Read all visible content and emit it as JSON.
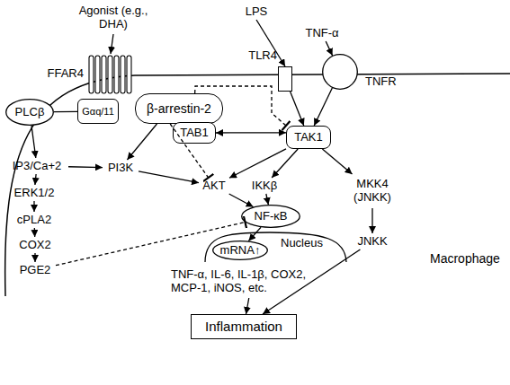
{
  "diagram": {
    "nodes": [
      {
        "text": [
          "Agonist (e.g., DHA)"
        ]
      },
      {
        "text": [
          "FFAR4"
        ]
      },
      {
        "text": [
          "PLCβ"
        ]
      },
      {
        "text": [
          "Gαq/11"
        ]
      },
      {
        "text": [
          "β-arrestin-2"
        ]
      },
      {
        "text": [
          "TAB1"
        ]
      },
      {
        "text": [
          "LPS"
        ]
      },
      {
        "text": [
          "TLR4"
        ]
      },
      {
        "text": [
          "TNF-α"
        ]
      },
      {
        "text": [
          "TNFR"
        ]
      },
      {
        "text": [
          "TAK1"
        ]
      },
      {
        "text": [
          "IP3/Ca+2"
        ]
      },
      {
        "text": [
          "PI3K"
        ]
      },
      {
        "text": [
          "ERK1/2"
        ]
      },
      {
        "text": [
          "AKT"
        ]
      },
      {
        "text": [
          "IKKβ"
        ]
      },
      {
        "text": [
          "MKK4 (JNKK)"
        ]
      },
      {
        "text": [
          "NF-κB"
        ]
      },
      {
        "text": [
          "cPLA2"
        ]
      },
      {
        "text": [
          "mRNA↑"
        ]
      },
      {
        "text": [
          "JNKK"
        ]
      },
      {
        "text": [
          "COX2"
        ]
      },
      {
        "text": [
          "PGE2"
        ]
      },
      {
        "text": [
          "TNF-α, IL-6, IL-1β, COX2, MCP-1, iNOS, etc."
        ]
      },
      {
        "text": [
          "Inflammation"
        ]
      }
    ],
    "edges": [
      {
        "from": 0,
        "to": 1,
        "arrow": "to"
      },
      {
        "from": 2,
        "to": 3,
        "arrow": "none"
      },
      {
        "from": 2,
        "to": 11,
        "arrow": "to"
      },
      {
        "from": 11,
        "to": 13,
        "arrow": "to"
      },
      {
        "from": 11,
        "to": 12,
        "arrow": "to"
      },
      {
        "from": 13,
        "to": 18,
        "arrow": "to"
      },
      {
        "from": 18,
        "to": 21,
        "arrow": "to"
      },
      {
        "from": 21,
        "to": 22,
        "arrow": "to"
      },
      {
        "from": 22,
        "to": 17,
        "arrow": "to"
      },
      {
        "from": 12,
        "to": 14,
        "arrow": "to"
      },
      {
        "from": 4,
        "to": 12,
        "arrow": "to"
      },
      {
        "from": 4,
        "to": 14,
        "arrow": "to"
      },
      {
        "from": 4,
        "to": 10,
        "arrow": "to"
      },
      {
        "from": 5,
        "to": 10,
        "arrow": "both"
      },
      {
        "from": 6,
        "to": 7,
        "arrow": "to"
      },
      {
        "from": 8,
        "to": 9,
        "arrow": "to"
      },
      {
        "from": 7,
        "to": 10,
        "arrow": "to"
      },
      {
        "from": 9,
        "to": 10,
        "arrow": "to"
      },
      {
        "from": 10,
        "to": 14,
        "arrow": "to"
      },
      {
        "from": 10,
        "to": 15,
        "arrow": "to"
      },
      {
        "from": 10,
        "to": 16,
        "arrow": "to"
      },
      {
        "from": 14,
        "to": 17,
        "arrow": "to"
      },
      {
        "from": 15,
        "to": 17,
        "arrow": "to"
      },
      {
        "from": 17,
        "to": 19,
        "arrow": "to"
      },
      {
        "from": 16,
        "to": 20,
        "arrow": "to"
      },
      {
        "from": 23,
        "to": 24,
        "arrow": "to"
      },
      {
        "from": 20,
        "to": 24,
        "arrow": "to"
      }
    ],
    "labels": [
      "Nucleus",
      "Macrophage"
    ]
  }
}
